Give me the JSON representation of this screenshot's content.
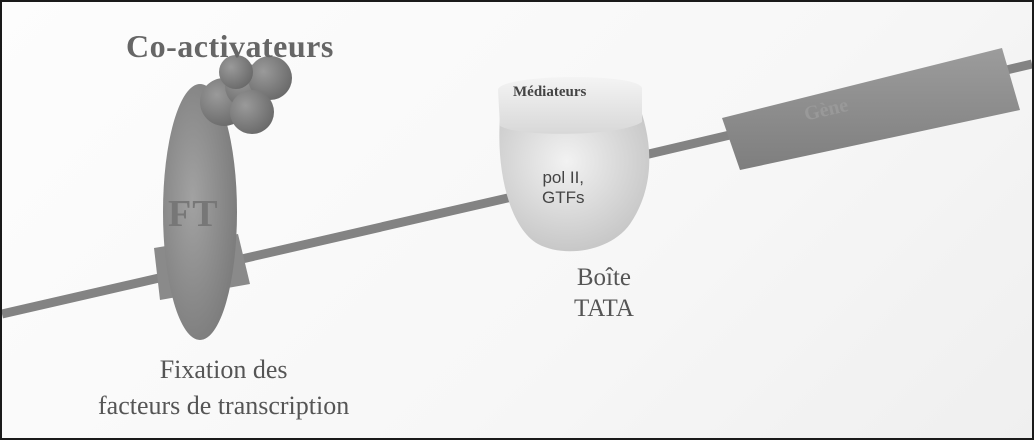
{
  "diagram": {
    "coactivators": "Co-activateurs",
    "mediators": "Médiateurs",
    "pol_ii_line1": "pol II,",
    "pol_ii_line2": "GTFs",
    "transcription_factor": "FT",
    "gene": "Gène",
    "tata_line1": "Boîte",
    "tata_line2": "TATA",
    "fixation_line1": "Fixation des",
    "fixation_line2": "facteurs de transcription"
  },
  "colors": {
    "background": "#f7f7f7",
    "dna_strand": "#808080",
    "transcription_factor": "#8c8c8c",
    "coactivators": "#7a7a7a",
    "mediators": "#e6e6e6",
    "polymerase_complex": "#d9d9d9",
    "gene_box": "#8e8e8e",
    "border": "#1a1a1a"
  }
}
